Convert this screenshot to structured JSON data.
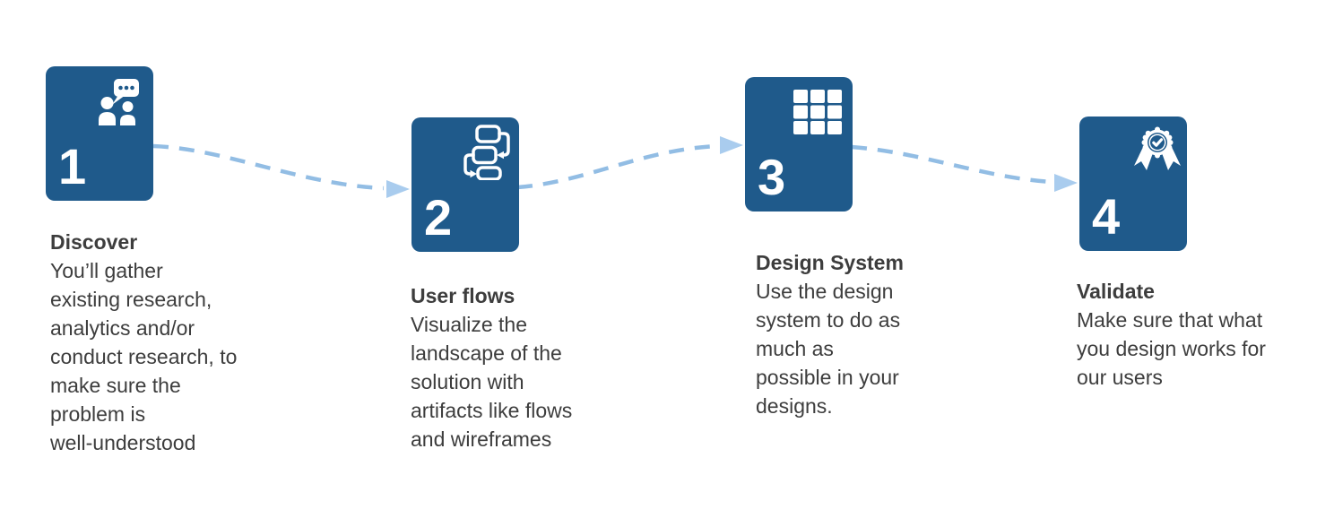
{
  "diagram": {
    "colors": {
      "card_blue": "#1F5A8B",
      "connector_blue": "#92BDE4",
      "arrowhead_blue": "#A9CCEE",
      "text_gray": "#3D3D3D",
      "icon_white": "#FFFFFF",
      "background": "#FFFFFF"
    },
    "steps": [
      {
        "number": "1",
        "icon": "people-conversation-icon",
        "title": "Discover",
        "description": "You’ll gather\nexisting research,\nanalytics and/or\nconduct research, to\nmake sure the\nproblem is\nwell-understood"
      },
      {
        "number": "2",
        "icon": "user-flow-diagram-icon",
        "title": "User flows",
        "description": "Visualize the\nlandscape of the\nsolution with\nartifacts like flows\nand wireframes"
      },
      {
        "number": "3",
        "icon": "grid-icon",
        "title": "Design System",
        "description": "Use the design\nsystem to do as\nmuch as\npossible in your\ndesigns."
      },
      {
        "number": "4",
        "icon": "award-check-icon",
        "title": "Validate",
        "description": "Make sure that what\nyou design works for\nour users"
      }
    ]
  }
}
